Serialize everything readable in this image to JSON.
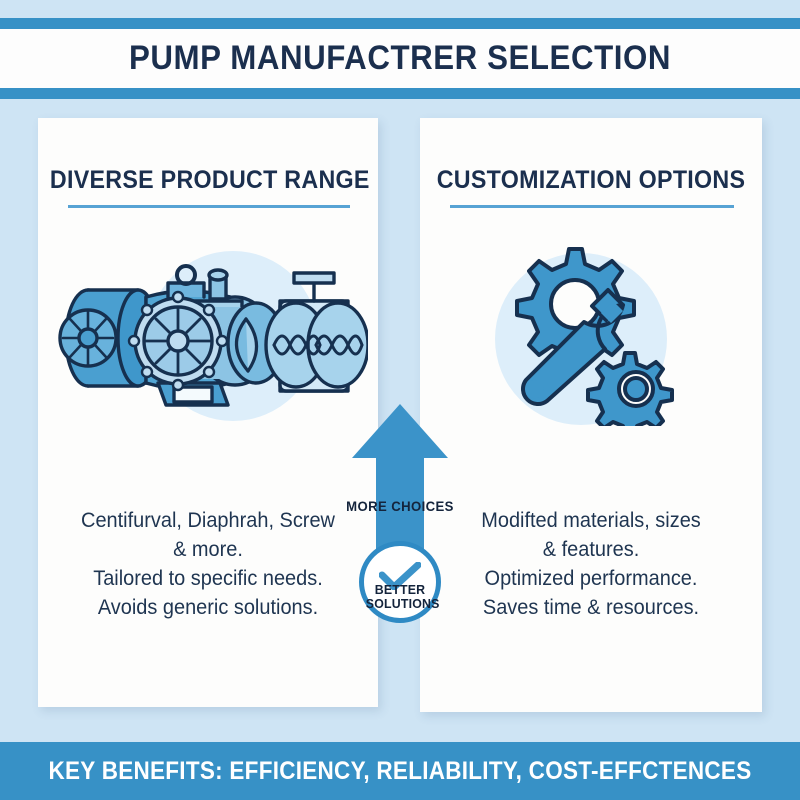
{
  "header": {
    "title": "PUMP MANUFACTRER SELECTION",
    "band_color": "#3791c6",
    "title_color": "#1b2f4e"
  },
  "background_color": "#cee4f4",
  "cards": [
    {
      "heading": "DIVERSE PRODUCT RANGE",
      "icon_name": "pumps-icon",
      "body_lines": [
        "Centifurval, Diaphrah, Screw",
        "& more.",
        "Tailored to specific needs.",
        "Avoids generic solutions."
      ]
    },
    {
      "heading": "CUSTOMIZATION OPTIONS",
      "icon_name": "gears-wrench-icon",
      "body_lines": [
        "Modifted materials, sizes",
        "& features.",
        "Optimized performance.",
        "Saves time & resources."
      ]
    }
  ],
  "center": {
    "arrow_label": "MORE CHOICES",
    "badge_icon_name": "check-icon",
    "badge_label_line1": "BETTER",
    "badge_label_line2": "SOLUTIONS",
    "arrow_color": "#3b93c9",
    "badge_ring_color": "#2f8ac4"
  },
  "footer": {
    "title": "KEY BENEFITS: EFFICIENCY, RELIABILITY, COST-EFFCTENCES",
    "band_color": "#3791c6",
    "text_color": "#ffffff"
  },
  "palette": {
    "accent_blue": "#3791c6",
    "dark_navy": "#1b2f4e",
    "icon_fill": "#4a9fd0",
    "icon_fill_light": "#8cc4e4",
    "icon_stroke": "#16304f",
    "blob": "#ddeefa"
  }
}
